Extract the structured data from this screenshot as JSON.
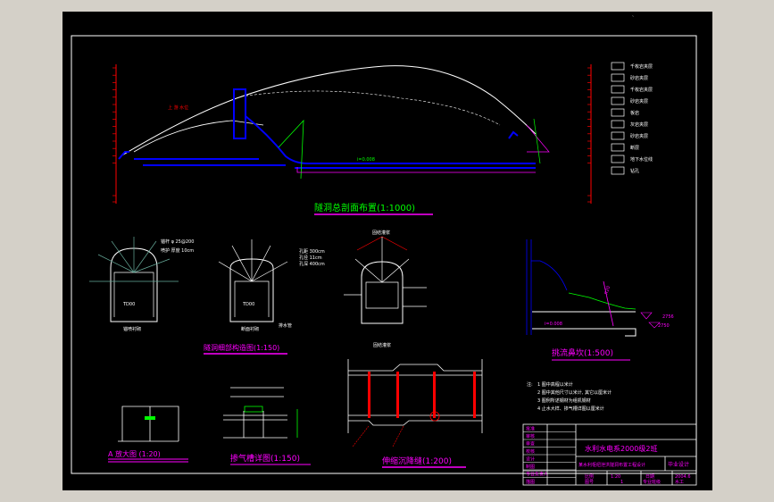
{
  "colors": {
    "background": "#000000",
    "frame": "#ffffff",
    "title_text": "#ff00ff",
    "tunnel": "#0000ff",
    "elevation": "#ff0000",
    "support": "#00ff00",
    "concrete": "#ffff00"
  },
  "titles": {
    "profile": "隧洞总剖面布置(1:1000)",
    "details": "隧洞细部构造图(1:150)",
    "enlarge_a": "A 放大图 (1:20)",
    "aerator": "掺气槽详图(1:150)",
    "joint": "伸缩沉降缝(1:200)",
    "flip_bucket": "挑流鼻坎(1:500)"
  },
  "legend": {
    "items": [
      "千枚岩夹层",
      "砂岩夹层",
      "千枚岩夹层",
      "砂岩夹层",
      "板岩",
      "灰岩夹层",
      "砂岩夹层",
      "断层",
      "地下水位线",
      "钻孔"
    ]
  },
  "sections": {
    "labels": [
      "锚喷衬砌",
      "断面衬砌",
      "固结灌浆"
    ],
    "td_label": "TD00",
    "bolt_note": [
      "锚杆 φ 25@200",
      "喷护 厚度 10cm"
    ],
    "spec_note": [
      "孔距 300cm",
      "孔径 11cm",
      "孔深 400cm"
    ],
    "grout_title": "固结灌浆",
    "drain": "排水管"
  },
  "flip": {
    "elev_1": "2756",
    "elev_2": "2750",
    "slope": "i=0.008"
  },
  "notes": {
    "prefix": "注:",
    "items": [
      "1 图中高程以米计",
      "2 图中其他尺寸以米计, 其它以厘米计",
      "3 图例所述钢材为组机钢材",
      "4 止水大样、掺气槽详图以厘米计"
    ]
  },
  "title_block": {
    "roles": [
      "批准",
      "审核",
      "审查",
      "校核",
      "设计",
      "制图",
      "专业负责人",
      "描图"
    ],
    "project": "水利水电系2000级2班",
    "drawing": "某水利枢纽泄洪隧洞布置工程设计",
    "stage": "毕业设计",
    "scale_label": "比例",
    "scale": "1:20",
    "date_label": "日期",
    "date": "2004.6",
    "sheet_label": "图号",
    "sheet": "1",
    "dept": "专业班级",
    "major": "水工"
  }
}
